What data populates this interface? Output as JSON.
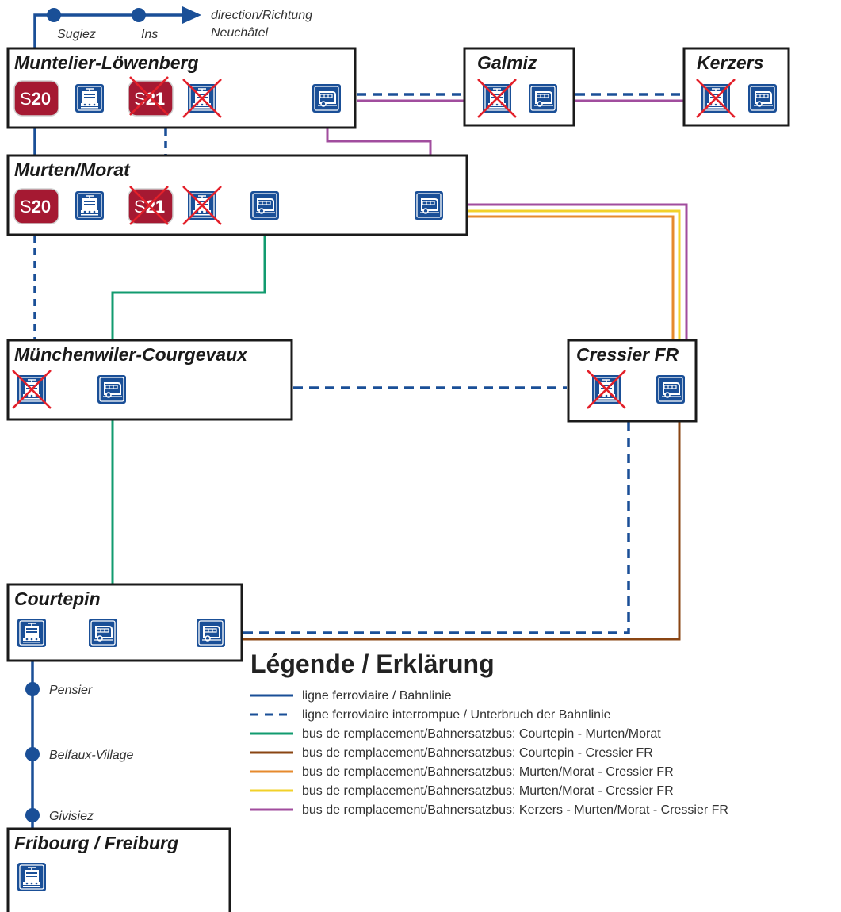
{
  "stations": {
    "muntelier": "Muntelier-Löwenberg",
    "murten": "Murten/Morat",
    "galmiz": "Galmiz",
    "kerzers": "Kerzers",
    "muenchenwiler": "Münchenwiler-Courgevaux",
    "cressier": "Cressier FR",
    "courtepin": "Courtepin",
    "fribourg": "Fribourg / Freiburg"
  },
  "stops": {
    "sugiez": "Sugiez",
    "ins": "Ins",
    "direction_line1": "direction/Richtung",
    "direction_line2": "Neuchâtel",
    "pensier": "Pensier",
    "belfaux": "Belfaux-Village",
    "givisiez": "Givisiez"
  },
  "badges": {
    "s20": {
      "prefix": "S",
      "number": "20"
    },
    "s21": {
      "prefix": "S",
      "number": "21"
    }
  },
  "icons": {
    "train": "train-icon",
    "bus": "bus-icon",
    "cancelled": "cancelled-cross-icon"
  },
  "legend": {
    "title": "Légende / Erklärung",
    "items": [
      {
        "label": "ligne ferroviaire / Bahnlinie",
        "color": "#1a4f97",
        "style": "solid"
      },
      {
        "label": "ligne ferroviaire interrompue / Unterbruch der Bahnlinie",
        "color": "#1a4f97",
        "style": "dashed"
      },
      {
        "label": "bus de remplacement/Bahnersatzbus: Courtepin - Murten/Morat",
        "color": "#129b6f",
        "style": "solid"
      },
      {
        "label": "bus de remplacement/Bahnersatzbus: Courtepin - Cressier FR",
        "color": "#8a4513",
        "style": "solid"
      },
      {
        "label": "bus de remplacement/Bahnersatzbus: Murten/Morat - Cressier FR",
        "color": "#e68a2e",
        "style": "solid"
      },
      {
        "label": "bus de remplacement/Bahnersatzbus: Murten/Morat - Cressier FR",
        "color": "#f2d12a",
        "style": "solid"
      },
      {
        "label": "bus de remplacement/Bahnersatzbus: Kerzers - Murten/Morat - Cressier FR",
        "color": "#a14d9e",
        "style": "solid"
      }
    ]
  },
  "colors": {
    "rail": "#1a4f97",
    "s_badge": "#a51932",
    "icon_bg": "#1a4f97",
    "cross": "#e3202a",
    "green": "#129b6f",
    "brown": "#8a4513",
    "orange": "#e68a2e",
    "yellow": "#f2d12a",
    "purple": "#a14d9e"
  }
}
